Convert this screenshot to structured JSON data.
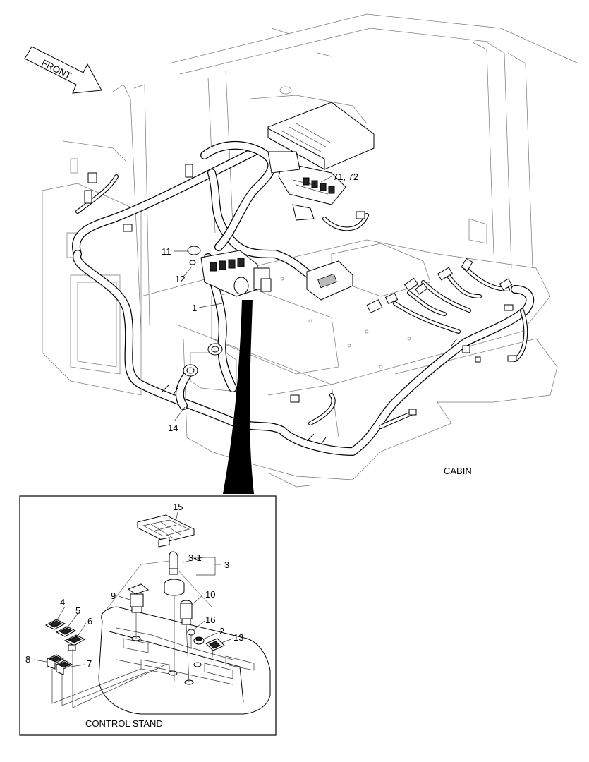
{
  "direction_arrow": {
    "label": "FRONT"
  },
  "assemblies": {
    "cabin": "CABIN",
    "control_stand": "CONTROL STAND"
  },
  "callouts": {
    "c71_72": "71, 72",
    "c11": "11",
    "c12": "12",
    "c1": "1",
    "c14": "14",
    "c15": "15",
    "c3_1": "3-1",
    "c3": "3",
    "c9": "9",
    "c10": "10",
    "c4": "4",
    "c5": "5",
    "c6": "6",
    "c16": "16",
    "c2": "2",
    "c13": "13",
    "c8": "8",
    "c7": "7"
  }
}
